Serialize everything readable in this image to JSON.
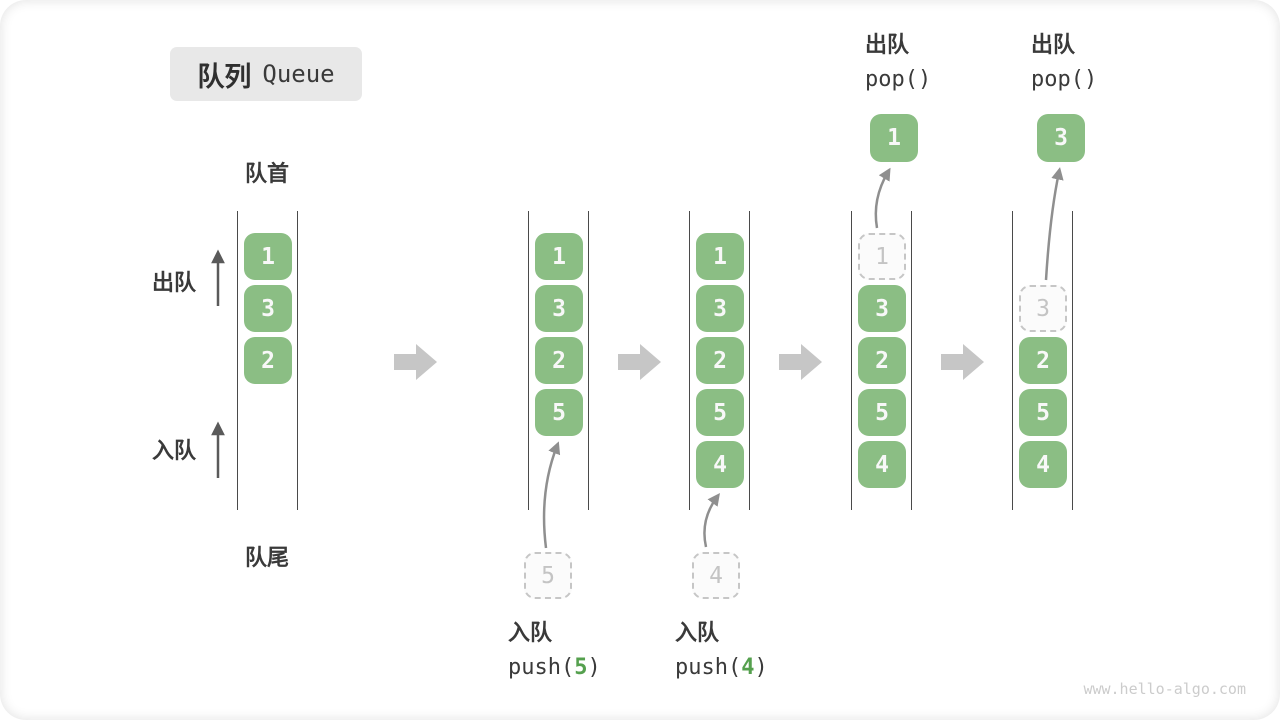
{
  "title": {
    "zh": "队列",
    "en": "Queue"
  },
  "labels": {
    "front": "队首",
    "rear": "队尾",
    "dequeue": "出队",
    "enqueue": "入队"
  },
  "colors": {
    "cell_green": "#8bbe84",
    "accent_green": "#55a04e",
    "rail_gray": "#4a4a4a",
    "block_arrow_gray": "#c6c6c6",
    "curve_arrow_gray": "#8f8f8f",
    "ghost_gray": "#c6c6c6",
    "text_dark": "#3a3a3a",
    "badge_bg": "#e8e8e8"
  },
  "states": [
    {
      "solid": [
        "1",
        "3",
        "2"
      ]
    },
    {
      "solid": [
        "1",
        "3",
        "2",
        "5"
      ],
      "incoming": "5"
    },
    {
      "solid": [
        "1",
        "3",
        "2",
        "5",
        "4"
      ],
      "incoming": "4"
    },
    {
      "solid": [
        "3",
        "2",
        "5",
        "4"
      ],
      "ghost": "1",
      "popped": "1"
    },
    {
      "solid": [
        "2",
        "5",
        "4"
      ],
      "ghost": "3",
      "popped": "3"
    }
  ],
  "ops": {
    "push5": {
      "action": "入队",
      "pre": "push(",
      "num": "5",
      "post": ")"
    },
    "push4": {
      "action": "入队",
      "pre": "push(",
      "num": "4",
      "post": ")"
    },
    "pop1": {
      "action": "出队",
      "call": "pop()"
    },
    "pop2": {
      "action": "出队",
      "call": "pop()"
    }
  },
  "watermark": "www.hello-algo.com"
}
